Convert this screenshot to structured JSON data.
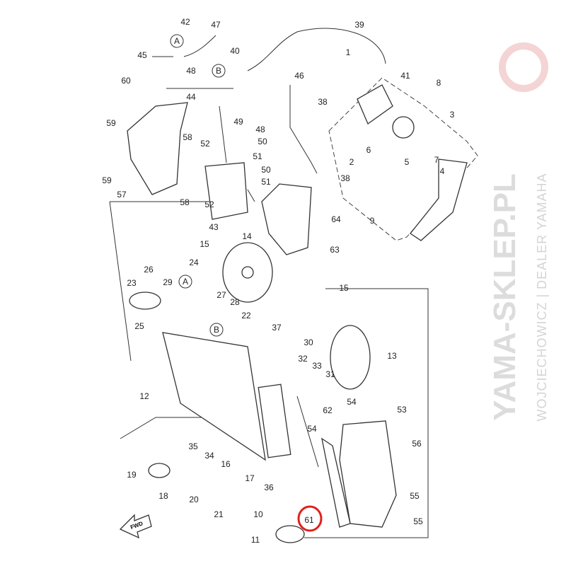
{
  "diagram": {
    "title": "Radiator / cooling system parts diagram",
    "part_labels": [
      "42",
      "47",
      "45",
      "48",
      "40",
      "39",
      "1",
      "41",
      "8",
      "60",
      "44",
      "46",
      "38",
      "49",
      "48",
      "59",
      "58",
      "52",
      "50",
      "51",
      "50",
      "59",
      "57",
      "58",
      "52",
      "51",
      "38",
      "3",
      "7",
      "6",
      "2",
      "5",
      "4",
      "64",
      "43",
      "14",
      "9",
      "63",
      "15",
      "24",
      "26",
      "23",
      "29",
      "28",
      "27",
      "22",
      "15",
      "25",
      "37",
      "30",
      "13",
      "32",
      "33",
      "31",
      "12",
      "62",
      "54",
      "53",
      "54",
      "35",
      "34",
      "16",
      "56",
      "19",
      "17",
      "18",
      "20",
      "36",
      "21",
      "55",
      "10",
      "61",
      "55",
      "11"
    ],
    "reference_markers": [
      "A",
      "B",
      "A",
      "B"
    ],
    "highlighted_part": "61",
    "highlight_color": "#e0201b",
    "forward_arrow_label": "FWD"
  },
  "watermark": {
    "site": "YAMA-SKLEP.PL",
    "dealer": "WOJCIECHOWICZ | DEALER YAMAHA",
    "color": "#f2c8c8"
  }
}
